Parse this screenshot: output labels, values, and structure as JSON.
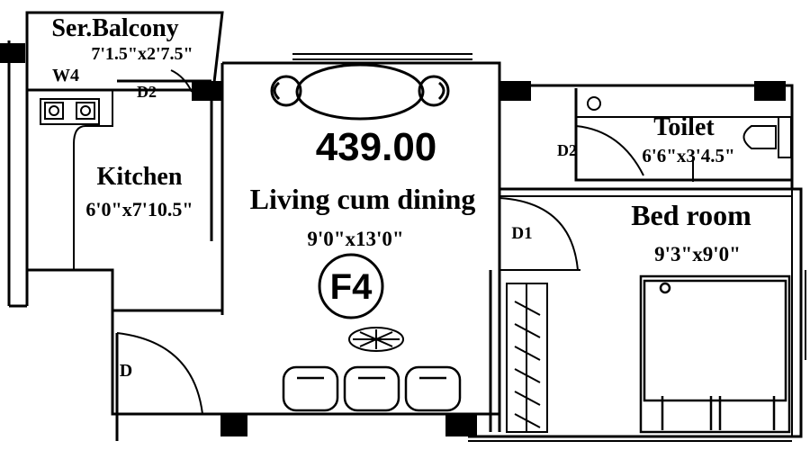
{
  "plan": {
    "area": "439.00",
    "unit_tag": "F4",
    "rooms": {
      "balcony": {
        "name": "Ser.Balcony",
        "dims": "7'1.5\"x2'7.5\""
      },
      "kitchen": {
        "name": "Kitchen",
        "dims": "6'0\"x7'10.5\""
      },
      "living": {
        "name": "Living cum dining",
        "dims": "9'0\"x13'0\""
      },
      "toilet": {
        "name": "Toilet",
        "dims": "6'6\"x3'4.5\""
      },
      "bedroom": {
        "name": "Bed room",
        "dims": "9'3\"x9'0\""
      }
    },
    "door_labels": {
      "w4": "W4",
      "d2_kitchen": "D2",
      "d2_toilet": "D2",
      "d1": "D1",
      "d_entry": "D"
    }
  },
  "colors": {
    "ink": "#000000",
    "paper": "#ffffff"
  }
}
